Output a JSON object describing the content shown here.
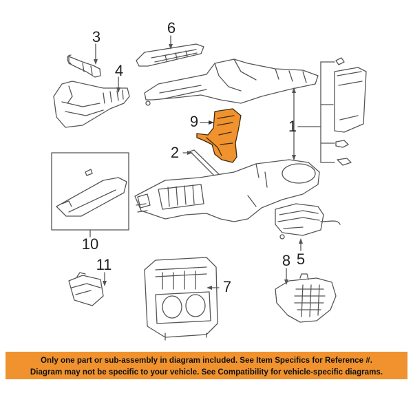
{
  "diagram": {
    "highlight_color": "#f0922e",
    "line_color": "#555555",
    "callouts": [
      {
        "id": "c1",
        "label": "1"
      },
      {
        "id": "c2",
        "label": "2"
      },
      {
        "id": "c3",
        "label": "3"
      },
      {
        "id": "c4",
        "label": "4"
      },
      {
        "id": "c5",
        "label": "5"
      },
      {
        "id": "c6",
        "label": "6"
      },
      {
        "id": "c7",
        "label": "7"
      },
      {
        "id": "c8",
        "label": "8"
      },
      {
        "id": "c9",
        "label": "9"
      },
      {
        "id": "c10",
        "label": "10"
      },
      {
        "id": "c11",
        "label": "11"
      }
    ]
  },
  "banner": {
    "background": "#f0922e",
    "line1": "Only one part or sub-assembly in diagram included. See Item Specifics for Reference #.",
    "line2": "Diagram may not be specific to your vehicle. See Compatibility for vehicle-specific diagrams."
  }
}
